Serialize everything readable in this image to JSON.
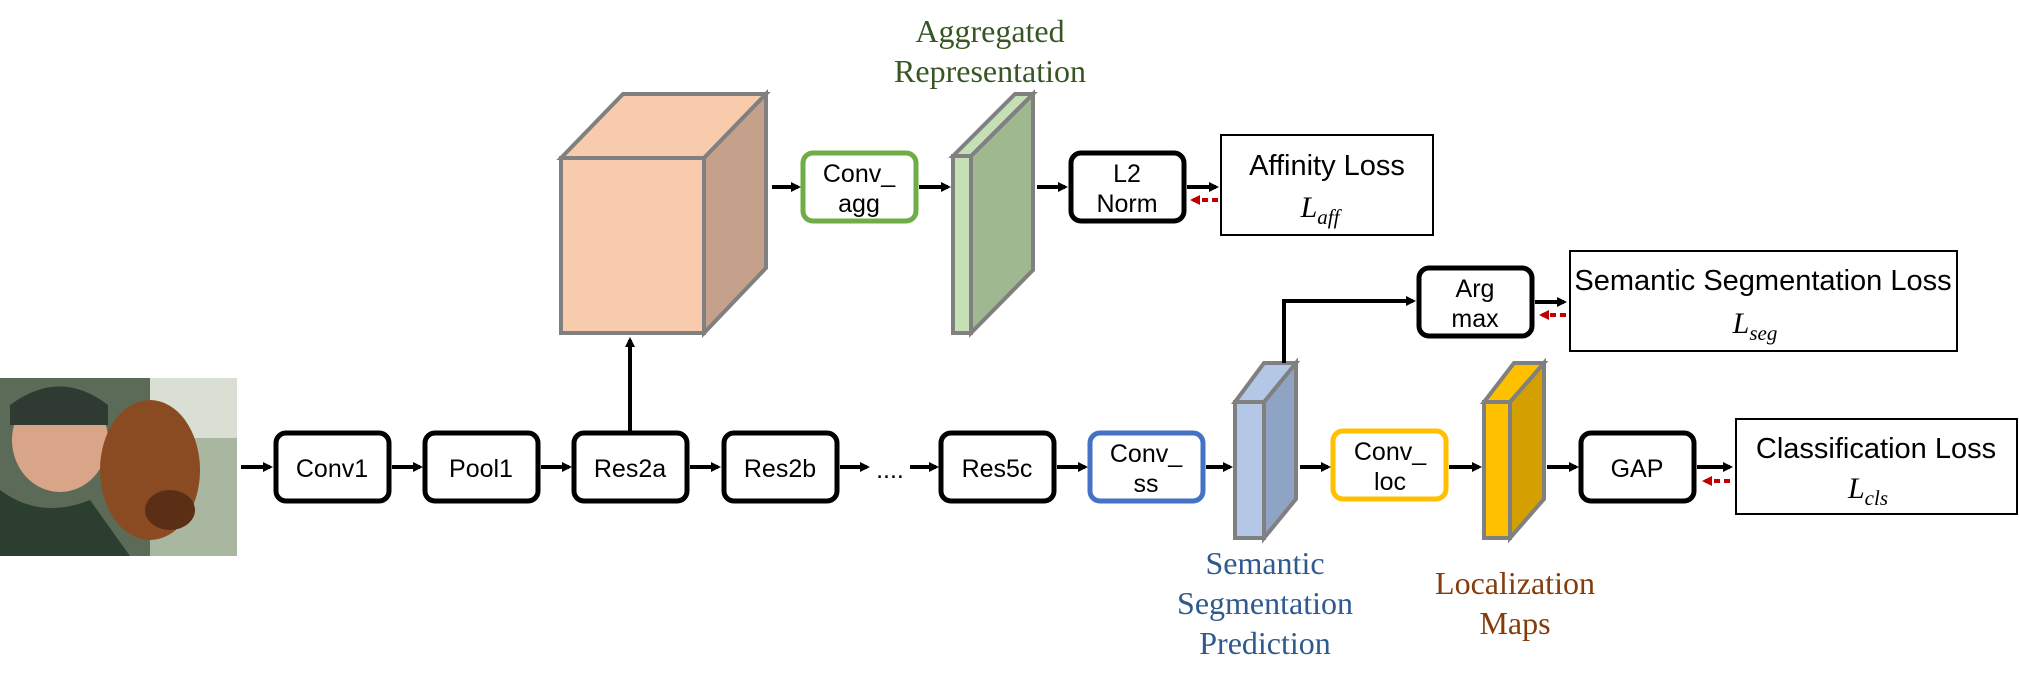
{
  "input_image": {
    "description_icon": "photo-of-man-with-dog-icon"
  },
  "pipeline": {
    "conv1": "Conv1",
    "pool1": "Pool1",
    "res2a": "Res2a",
    "res2b": "Res2b",
    "ellipsis": "....",
    "res5c": "Res5c",
    "conv_ss": [
      "Conv_",
      "ss"
    ],
    "conv_loc": [
      "Conv_",
      "loc"
    ],
    "gap": "GAP"
  },
  "affinity_branch": {
    "conv_agg": [
      "Conv_",
      "agg"
    ],
    "l2norm": [
      "L2",
      "Norm"
    ],
    "caption": [
      "Aggregated",
      "Representation"
    ]
  },
  "seg_branch": {
    "argmax": [
      "Arg",
      "max"
    ]
  },
  "losses": {
    "affinity": {
      "title": "Affinity Loss",
      "symbol": "L",
      "sub": "aff"
    },
    "segmentation": {
      "title": "Semantic Segmentation Loss",
      "symbol": "L",
      "sub": "seg"
    },
    "classification": {
      "title": "Classification Loss",
      "symbol": "L",
      "sub": "cls"
    }
  },
  "captions": {
    "semantic": [
      "Semantic",
      "Segmentation",
      "Prediction"
    ],
    "localization": [
      "Localization",
      "Maps"
    ]
  },
  "colors": {
    "conv_agg": "#70ad47",
    "conv_ss": "#4472c4",
    "conv_loc": "#ffc000",
    "cube_front": "#f8cbad",
    "cube_side": "#c5a08a",
    "agg_front": "#c5e0b4",
    "agg_side": "#9fb88f",
    "ss_front": "#b4c7e7",
    "ss_side": "#8fa4c4",
    "loc_front": "#ffc000",
    "loc_side": "#d4a000",
    "caption_green": "#375623",
    "caption_blue": "#2e5a8e",
    "caption_brown": "#843c0c",
    "red_arrow": "#c00000"
  }
}
